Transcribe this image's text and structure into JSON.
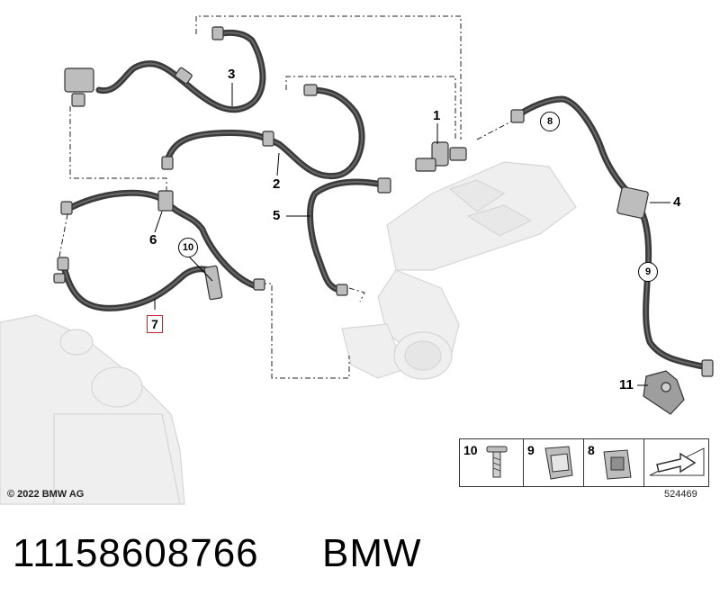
{
  "diagram": {
    "callouts": [
      {
        "id": "c1",
        "text": "1"
      },
      {
        "id": "c2",
        "text": "2"
      },
      {
        "id": "c3",
        "text": "3"
      },
      {
        "id": "c4",
        "text": "4"
      },
      {
        "id": "c5",
        "text": "5"
      },
      {
        "id": "c6",
        "text": "6"
      },
      {
        "id": "c7",
        "text": "7"
      },
      {
        "id": "c11",
        "text": "11"
      }
    ],
    "circled": [
      {
        "id": "o8",
        "text": "8"
      },
      {
        "id": "o9",
        "text": "9"
      },
      {
        "id": "o10",
        "text": "10"
      }
    ],
    "highlight_color": "#d0202a",
    "legend": [
      {
        "label": "10",
        "icon": "screw-icon"
      },
      {
        "label": "9",
        "icon": "clip-icon"
      },
      {
        "label": "8",
        "icon": "clip-nut-icon"
      },
      {
        "label": "",
        "icon": "arrow-direction-icon"
      }
    ],
    "copyright": "© 2022 BMW AG",
    "diagram_id": "524469"
  },
  "footer": {
    "part_number": "11158608766",
    "brand": "BMW"
  }
}
